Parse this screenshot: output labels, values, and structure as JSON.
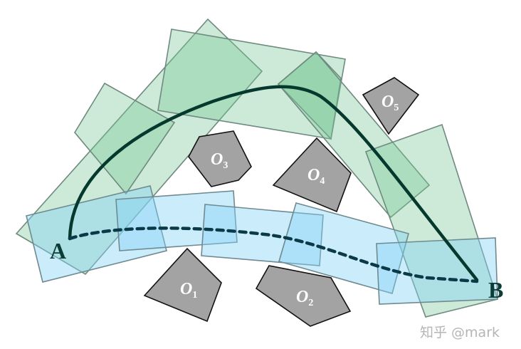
{
  "points": {
    "start": "A",
    "end": "B"
  },
  "obstacles": [
    {
      "name": "O",
      "sub": "1"
    },
    {
      "name": "O",
      "sub": "2"
    },
    {
      "name": "O",
      "sub": "3"
    },
    {
      "name": "O",
      "sub": "4"
    },
    {
      "name": "O",
      "sub": "5"
    }
  ],
  "colors": {
    "green_corridor": "#9fdcbc",
    "blue_corridor": "#a9e2f7",
    "obstacle": "#a3a3a3",
    "path": "#06392e"
  },
  "watermark": "知乎 @mark"
}
